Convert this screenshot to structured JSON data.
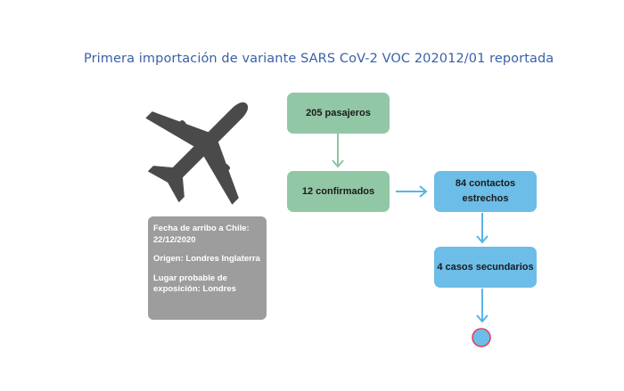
{
  "title": "Primera importación de variante SARS CoV-2 VOC 202012/01 reportada",
  "boxes": {
    "pasajeros": "205 pasajeros",
    "confirmados": "12 confirmados",
    "contactos": "84 contactos estrechos",
    "secundarios": "4 casos secundarios"
  },
  "info": {
    "arribo": "Fecha de arribo a Chile: 22/12/2020",
    "origen": "Origen: Londres Inglaterra",
    "exposicion": "Lugar probable de exposición: Londres"
  },
  "colors": {
    "title": "#3a5fa8",
    "green_box": "#92c7a6",
    "blue_box": "#6cbde8",
    "info_box": "#9d9d9d",
    "arrow": "#5ab4e6",
    "airplane": "#4a4a4a",
    "end_node_fill": "#6cbde8",
    "end_node_stroke": "#e0405a"
  },
  "icons": {
    "airplane": "airplane-icon",
    "end_node": "circle-node"
  }
}
